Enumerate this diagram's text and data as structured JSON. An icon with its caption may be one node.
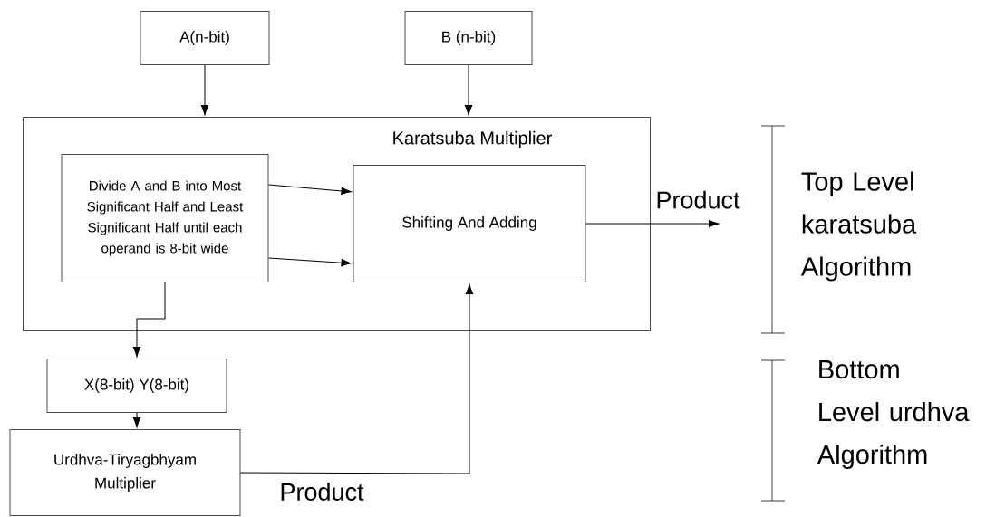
{
  "diagram": {
    "nodes": [
      {
        "text": [
          "A(n-bit)"
        ]
      },
      {
        "text": [
          "B (n-bit)"
        ]
      },
      {
        "text": [
          "Karatsuba Multiplier"
        ]
      },
      {
        "text": [
          "Divide A and B into Most Significant Half and Least Significant Half until each operand is 8-bit wide"
        ],
        "in": 2
      },
      {
        "text": [
          "Shifting And Adding"
        ],
        "in": 2
      },
      {
        "text": [
          "X(8-bit) Y(8-bit)"
        ]
      },
      {
        "text": [
          "Urdhva-Tiryagbhyam Multiplier"
        ]
      }
    ],
    "edges": [
      {
        "from": 0,
        "to": 2,
        "arrow": "to"
      },
      {
        "from": 1,
        "to": 2,
        "arrow": "to"
      },
      {
        "from": 3,
        "to": 4,
        "arrow": "to"
      },
      {
        "from": 3,
        "to": 4,
        "arrow": "to"
      },
      {
        "from": 4,
        "to": null,
        "arrow": "to",
        "label": "Product"
      },
      {
        "from": 3,
        "to": 5,
        "arrow": "to"
      },
      {
        "from": 5,
        "to": 6,
        "arrow": "to"
      },
      {
        "from": 6,
        "to": 4,
        "arrow": "to",
        "label": "Product"
      }
    ],
    "labels": [
      "Top Level karatsuba Algorithm",
      "Bottom Level urdhva Algorithm"
    ]
  }
}
